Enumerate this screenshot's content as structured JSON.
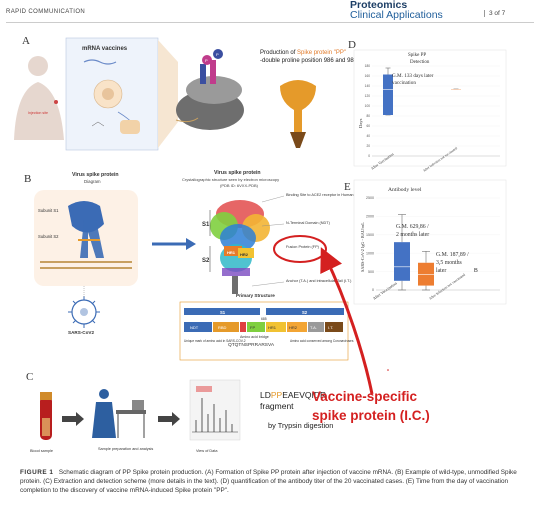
{
  "header": {
    "running_head": "RAPID COMMUNICATION",
    "journal_line1": "Proteomics",
    "journal_line2": "Clinical Applications",
    "page": "3 of 7"
  },
  "panel_a": {
    "letter": "A",
    "box_title": "mRNA vaccines",
    "injection_label": "Injection site",
    "production_text_1": "Production of ",
    "production_highlight": "Spike protein \"PP\"",
    "production_text_2": "-double proline position 986 and 987"
  },
  "panel_b": {
    "letter": "B",
    "title_left": "Virus spike protein",
    "subtitle_left": "Diagram",
    "subunit_s1": "Subunit S1",
    "subunit_s2": "Subunit S2",
    "virus_label": "SARS-CoV2",
    "title_right": "Virus spike protein",
    "subtitle_right": "Crystallographic structure seen by electron microscopy",
    "pdb": "(PDB ID: 6VXX-PDB)",
    "s1": "S1",
    "s2": "S2",
    "hr1": "HR1",
    "hr2": "HR2",
    "note_binding": "Binding Site to ACE2 receptor in Human cells (RBD)",
    "note_ntd": "N-Terminal Domain (NDT)",
    "note_fusion": "Fusion Protein (FP)",
    "note_anchor": "Anchor (T.A.) and intracellular Tail (I.T.)",
    "primary_structure": "Primary Structure",
    "domains": [
      "NDT",
      "RBD",
      "FP",
      "HR1",
      "HR2",
      "T.A.",
      "I.T."
    ],
    "s1_bar": "S1",
    "s2_bar": "S2",
    "site_685": "685",
    "aa_bridge": "Amino acid bridge",
    "sequence": "QTQTNSPRRARSVA",
    "unique_mark": "Unique mark of amino acid in SARS-COV-2",
    "conserved": "Amino acid conserved among Coronaviruses"
  },
  "panel_c": {
    "letter": "C",
    "blood_label": "Blood sample",
    "prep_label": "Sample preparation and analysis",
    "view_label": "View of Data",
    "fragment_prefix": "LD",
    "fragment_pp": "PP",
    "fragment_suffix": "EAEVQIDR",
    "fragment_word": "fragment",
    "digestion": "by Trypsin digestion"
  },
  "panel_d": {
    "letter": "D",
    "title_line1": "Spike PP",
    "title_line2": "Detection",
    "annotation_line1": "G.M. 133 days later",
    "annotation_line2": "vaccination",
    "chart_data": {
      "type": "box",
      "ylabel": "Days",
      "y_ticks": [
        "0",
        "20",
        "40",
        "60",
        "80",
        "100",
        "120",
        "140",
        "160",
        "180"
      ],
      "ylim": [
        0,
        180
      ],
      "categories": [
        "After Vaccination",
        "After Infection not vaccinated"
      ],
      "boxes": [
        {
          "q1": 82,
          "median": 133,
          "q3": 163,
          "min": 82,
          "max": 176,
          "color": "#4472c4"
        },
        {
          "q1": 133,
          "median": 133,
          "q3": 134,
          "min": 133,
          "max": 134,
          "color": "#ed7d31"
        }
      ]
    }
  },
  "panel_e": {
    "letter": "E",
    "title": "Antibody level",
    "annotation_left_line1": "G.M. 629,86 /",
    "annotation_left_line2": "2 months later",
    "annotation_right_line1": "G.M. 187,89 /",
    "annotation_right_line2": "3,5 months",
    "annotation_right_line3": "later",
    "marker_b": "B",
    "chart_data": {
      "type": "box",
      "ylabel": "SARS-CoV-2 IgG - BAU/mL",
      "y_ticks": [
        "0",
        "500",
        "1000",
        "1500",
        "2000",
        "2500"
      ],
      "ylim": [
        0,
        2500
      ],
      "categories": [
        "After Vaccination",
        "After Infection not vaccinated"
      ],
      "boxes": [
        {
          "q1": 250,
          "median": 630,
          "q3": 1300,
          "min": 0,
          "max": 2050,
          "color": "#4472c4"
        },
        {
          "q1": 120,
          "median": 420,
          "q3": 740,
          "min": 0,
          "max": 1050,
          "color": "#ed7d31"
        }
      ]
    }
  },
  "red_note": {
    "line1": "Vaccine-specific",
    "line2": "spike protein (I.C.)",
    "color": "#d42020"
  },
  "caption": {
    "label": "FIGURE 1",
    "text": "Schematic diagram of PP Spike protein production. (A) Formation of Spike PP protein after injection of vaccine mRNA. (B) Example of wild-type, unmodified Spike protein. (C) Extraction and detection scheme (more details in the text). (D) quantification of the antibody titer of the 20 vaccinated cases. (E) Time from the day of vaccination completion to the discovery of vaccine mRNA-induced Spike protein \"PP\"."
  }
}
